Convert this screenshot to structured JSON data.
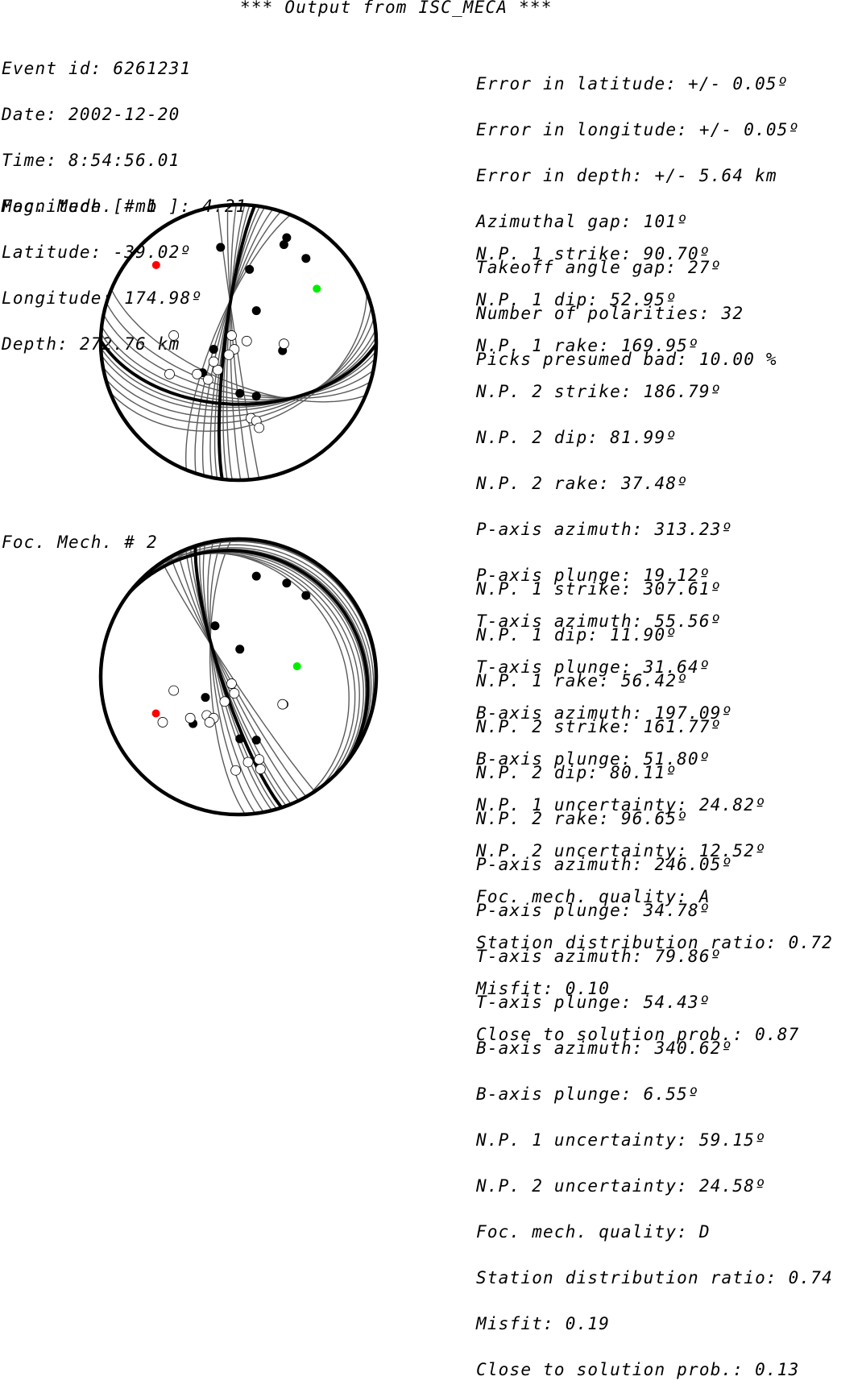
{
  "header": {
    "title": "*** Output from ISC_MECA ***"
  },
  "event": {
    "lines": [
      "Event id: 6261231",
      "Date: 2002-12-20",
      "Time: 8:54:56.01",
      "Magnitude [ mb ]: 4.21",
      "Latitude: -39.02º",
      "Longitude: 174.98º",
      "Depth: 272.76 km"
    ]
  },
  "errors": {
    "lines": [
      "Error in latitude: +/- 0.05º",
      "Error in longitude: +/- 0.05º",
      "Error in depth: +/- 5.64 km",
      "Azimuthal gap: 101º",
      "Takeoff angle gap: 27º",
      "Number of polarities: 32",
      "Picks presumed bad: 10.00 %"
    ]
  },
  "mechanisms": [
    {
      "title": "Foc. Mech. # 1",
      "lines": [
        "N.P. 1 strike: 90.70º",
        "N.P. 1 dip: 52.95º",
        "N.P. 1 rake: 169.95º",
        "N.P. 2 strike: 186.79º",
        "N.P. 2 dip: 81.99º",
        "N.P. 2 rake: 37.48º",
        "P-axis azimuth: 313.23º",
        "P-axis plunge: 19.12º",
        "T-axis azimuth: 55.56º",
        "T-axis plunge: 31.64º",
        "B-axis azimuth: 197.09º",
        "B-axis plunge: 51.80º",
        "N.P. 1 uncertainty: 24.82º",
        "N.P. 2 uncertainty: 12.52º",
        "Foc. mech. quality: A",
        "Station distribution ratio: 0.72",
        "Misfit: 0.10",
        "Close to solution prob.: 0.87"
      ],
      "strike1": 90.7,
      "dip1": 52.95,
      "strike2": 186.79,
      "dip2": 81.99,
      "p_azimuth": 313.23,
      "p_plunge": 19.12,
      "t_azimuth": 55.56,
      "t_plunge": 31.64
    },
    {
      "title": "Foc. Mech. # 2",
      "lines": [
        "N.P. 1 strike: 307.61º",
        "N.P. 1 dip: 11.90º",
        "N.P. 1 rake: 56.42º",
        "N.P. 2 strike: 161.77º",
        "N.P. 2 dip: 80.11º",
        "N.P. 2 rake: 96.65º",
        "P-axis azimuth: 246.05º",
        "P-axis plunge: 34.78º",
        "T-axis azimuth: 79.86º",
        "T-axis plunge: 54.43º",
        "B-axis azimuth: 340.62º",
        "B-axis plunge: 6.55º",
        "N.P. 1 uncertainty: 59.15º",
        "N.P. 2 uncertainty: 24.58º",
        "Foc. mech. quality: D",
        "Station distribution ratio: 0.74",
        "Misfit: 0.19",
        "Close to solution prob.: 0.13"
      ],
      "strike1": 307.61,
      "dip1": 11.9,
      "strike2": 161.77,
      "dip2": 80.11,
      "p_azimuth": 246.05,
      "p_plunge": 34.78,
      "t_azimuth": 79.86,
      "t_plunge": 54.43
    }
  ],
  "colors": {
    "ink": "#000000",
    "uncertainty_planes": "#5a5a5a",
    "p_axis": "#ff0000",
    "t_axis": "#00ee00",
    "dilatation": "#ffffff"
  }
}
